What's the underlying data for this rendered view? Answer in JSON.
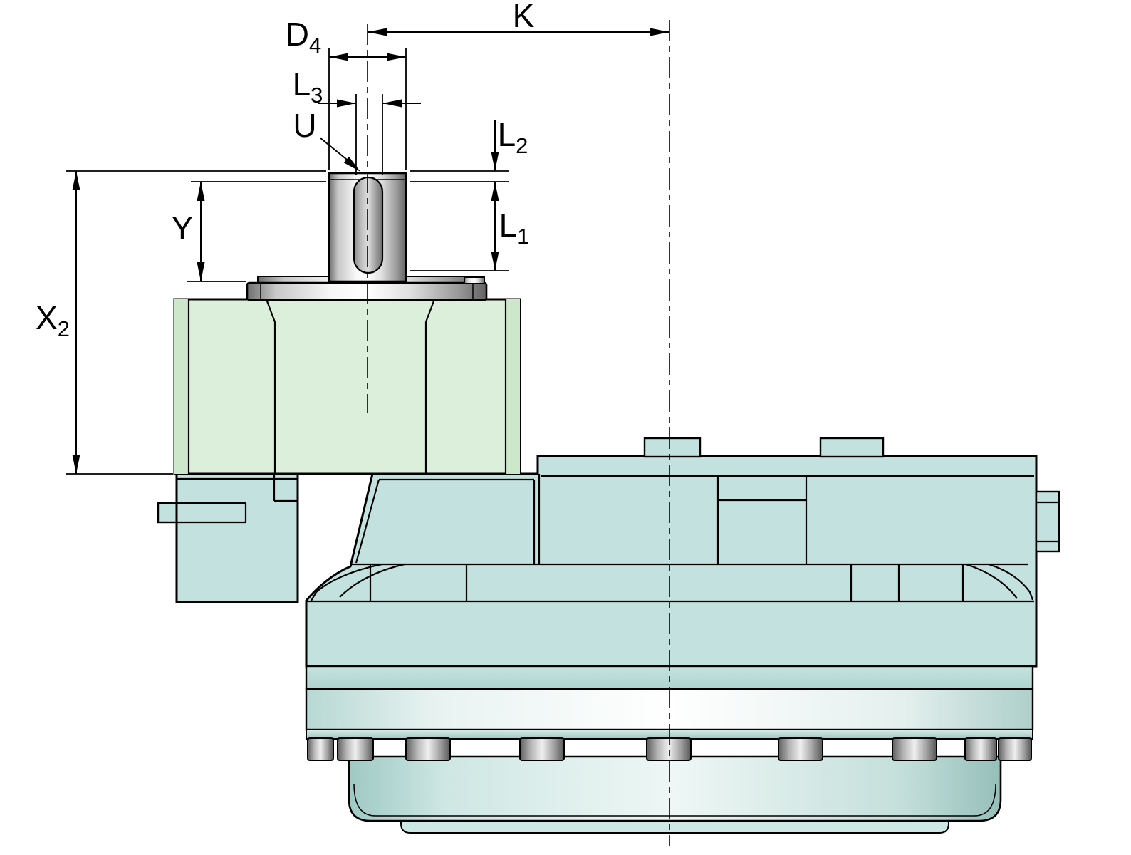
{
  "labels": {
    "K": {
      "main": "K",
      "sub": ""
    },
    "D4": {
      "main": "D",
      "sub": "4"
    },
    "L3": {
      "main": "L",
      "sub": "3"
    },
    "U": {
      "main": "U",
      "sub": ""
    },
    "L2": {
      "main": "L",
      "sub": "2"
    },
    "L1": {
      "main": "L",
      "sub": "1"
    },
    "Y": {
      "main": "Y",
      "sub": ""
    },
    "X2": {
      "main": "X",
      "sub": "2"
    }
  },
  "colors": {
    "housing_teal": "#c3e1de",
    "flange_green": "#dcefda",
    "line_black": "#000000",
    "metal_highlight": "#ffffff",
    "metal_shadow": "#636363",
    "background": "#ffffff"
  }
}
